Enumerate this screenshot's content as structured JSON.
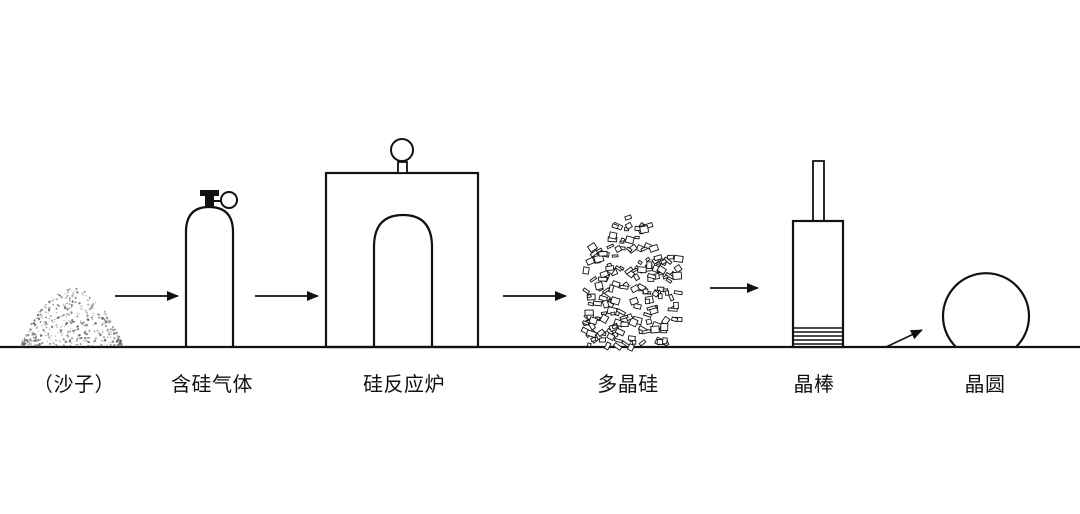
{
  "colors": {
    "ink": "#111111",
    "background": "#ffffff"
  },
  "stages": [
    {
      "label": "（沙子）",
      "icon": "sand-pile-icon"
    },
    {
      "label": "含硅气体",
      "icon": "gas-cylinder-icon"
    },
    {
      "label": "硅反应炉",
      "icon": "reaction-furnace-icon"
    },
    {
      "label": "多晶硅",
      "icon": "polysilicon-pile-icon"
    },
    {
      "label": "晶棒",
      "icon": "crystal-ingot-icon"
    },
    {
      "label": "晶圆",
      "icon": "wafer-icon"
    }
  ],
  "arrow_icon": "right-arrow-icon"
}
